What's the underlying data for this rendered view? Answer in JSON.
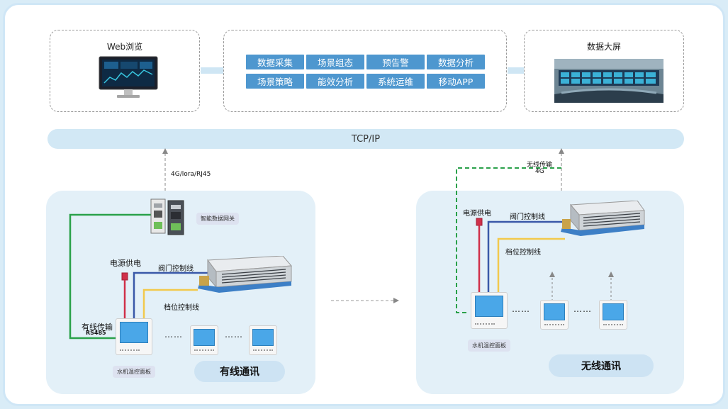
{
  "top": {
    "left_box": {
      "title": "Web浏览"
    },
    "center_box": {
      "row1": [
        "数据采集",
        "场景组态",
        "预告警",
        "数据分析"
      ],
      "row2": [
        "场景策略",
        "能效分析",
        "系统运维",
        "移动APP"
      ]
    },
    "right_box": {
      "title": "数据大屏"
    }
  },
  "network": {
    "label": "TCP/IP"
  },
  "wired": {
    "uplink_label": "4G/lora/RJ45",
    "gateway_label": "智能数据网关",
    "power_label": "电源供电",
    "valve_label": "阀门控制线",
    "speed_label": "档位控制线",
    "wired_label": "有线传输",
    "rs485_label": "RS485",
    "thermostat_label": "水机温控面板",
    "ellipsis": "……",
    "title": "有线通讯"
  },
  "wireless": {
    "uplink_label_1": "无线传输",
    "uplink_label_2": "4G",
    "power_label": "电源供电",
    "valve_label": "阀门控制线",
    "speed_label": "档位控制线",
    "thermostat_label": "水机温控面板",
    "ellipsis": "……",
    "title": "无线通讯"
  },
  "colors": {
    "pill": "#4e97cf",
    "green_line": "#2aa14a",
    "blue_line": "#3a58a8",
    "yellow_line": "#f2c94c",
    "red_line": "#d0304a"
  }
}
